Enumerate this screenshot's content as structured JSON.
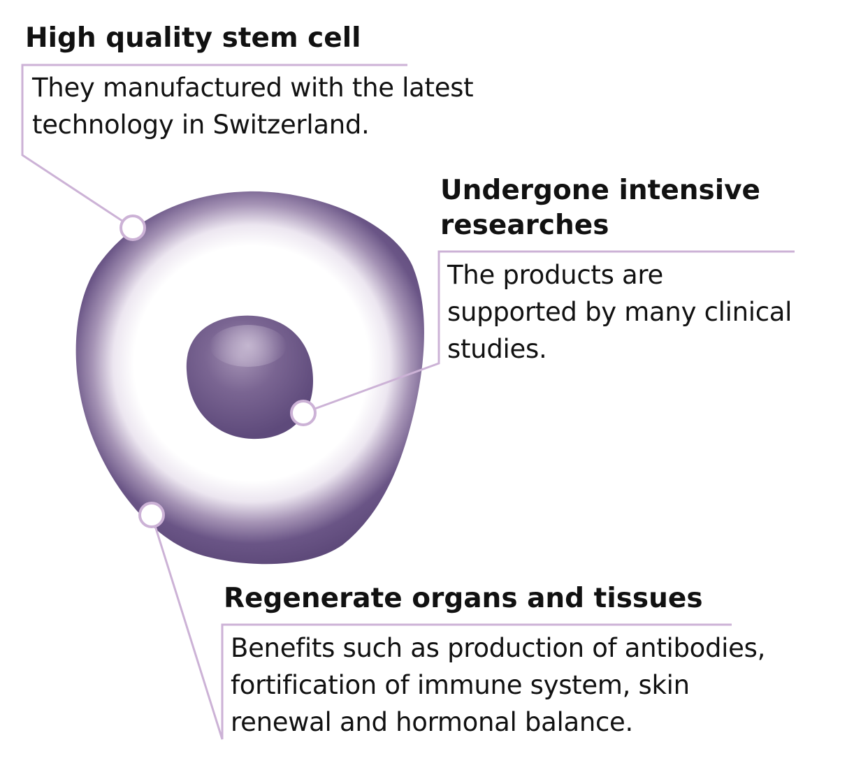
{
  "colors": {
    "cell_purple": "#5e4a7b",
    "leader_line": "#ccb2d6",
    "text": "#111111"
  },
  "callouts": {
    "quality": {
      "title": "High quality stem cell",
      "body_lines": [
        "They manufactured with the latest",
        "technology in Switzerland."
      ]
    },
    "research": {
      "title_lines": [
        "Undergone intensive",
        "researches"
      ],
      "body_lines": [
        "The products are",
        "supported by many clinical",
        "studies."
      ]
    },
    "regenerate": {
      "title": "Regenerate organs and tissues",
      "body_lines": [
        "Benefits such as production of antibodies,",
        "fortification of immune system, skin",
        "renewal and hormonal balance."
      ]
    }
  }
}
